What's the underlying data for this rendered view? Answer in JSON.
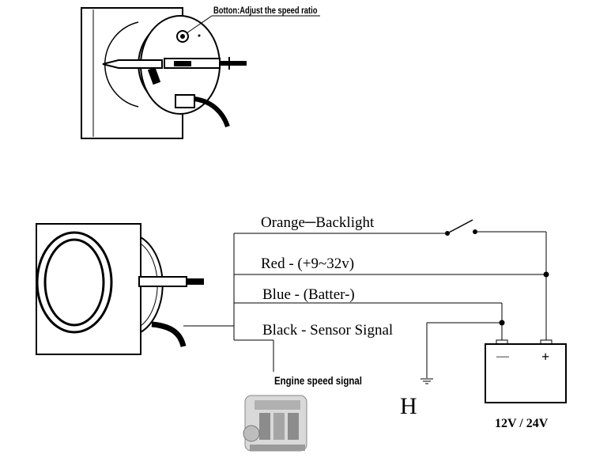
{
  "top_callout": {
    "label": "Botton:Adjust the speed ratio"
  },
  "wires": [
    {
      "id": "orange",
      "label": "Orange─Backlight"
    },
    {
      "id": "red",
      "label": "Red -  (+9~32v)"
    },
    {
      "id": "blue",
      "label": "Blue - (Batter-)"
    },
    {
      "id": "black",
      "label": "Black - Sensor Signal"
    }
  ],
  "engine": {
    "label": "Engine speed signal"
  },
  "ground": {
    "label": "H"
  },
  "battery": {
    "label": "12V / 24V",
    "minus_label": "—",
    "plus_label": "+"
  },
  "colors": {
    "line": "#000000",
    "background": "#ffffff"
  },
  "icons": [
    "gauge-side-view-icon",
    "gauge-front-view-icon",
    "switch-icon",
    "ground-symbol-icon",
    "battery-icon",
    "engine-icon"
  ]
}
